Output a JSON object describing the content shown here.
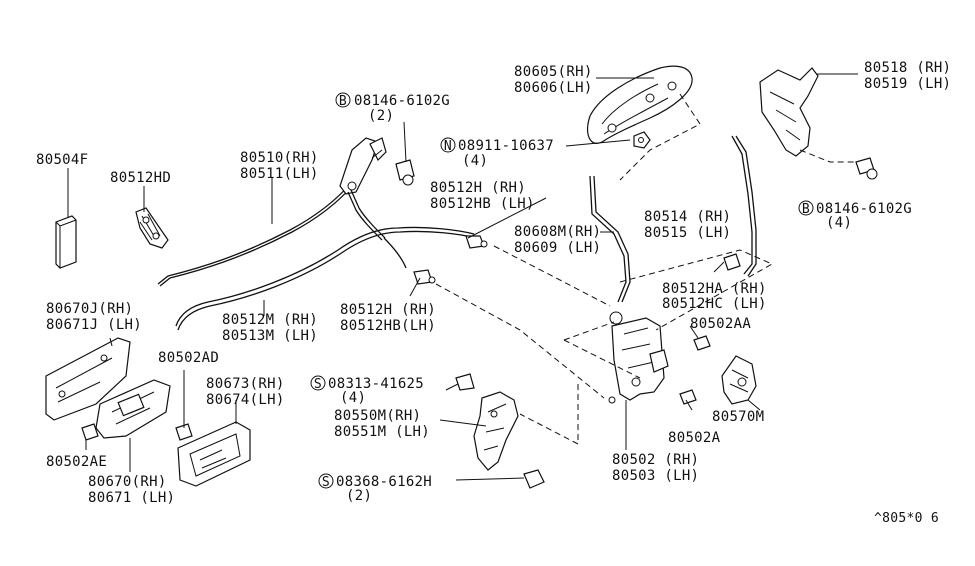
{
  "labels": {
    "p80504F": "80504F",
    "p80512HD": "80512HD",
    "p80510": "80510(RH)",
    "p80511": "80511(LH)",
    "b_08146_a": "08146-6102G",
    "b_08146_a_qty": "(2)",
    "n_08911": "08911-10637",
    "n_08911_qty": "(4)",
    "p80605": "80605(RH)",
    "p80606": "80606(LH)",
    "p80518": "80518 (RH)",
    "p80519": "80519 (LH)",
    "b_08146_b": "08146-6102G",
    "b_08146_b_qty": "(4)",
    "p80512H_a": "80512H  (RH)",
    "p80512HB_a": "80512HB (LH)",
    "p80608M": "80608M(RH)",
    "p80609": "80609  (LH)",
    "p80514": "80514 (RH)",
    "p80515": "80515 (LH)",
    "p80512HA": "80512HA (RH)",
    "p80512HC": "80512HC (LH)",
    "p80502AA": "80502AA",
    "p80670J": "80670J(RH)",
    "p80671J": "80671J (LH)",
    "p80512M": "80512M (RH)",
    "p80513M": "80513M (LH)",
    "p80512H_b": "80512H  (RH)",
    "p80512HB_b": "80512HB(LH)",
    "p80502AD": "80502AD",
    "p80673": "80673(RH)",
    "p80674": "80674(LH)",
    "s_08313": "08313-41625",
    "s_08313_qty": "(4)",
    "p80550M": "80550M(RH)",
    "p80551M": "80551M (LH)",
    "p80570M": "80570M",
    "p80502A": "80502A",
    "p80502AE": "80502AE",
    "p80670": "80670(RH)",
    "p80671": "80671 (LH)",
    "s_08368": "08368-6162H",
    "s_08368_qty": "(2)",
    "p80502": "80502 (RH)",
    "p80503": "80503 (LH)",
    "ref_code": "^805*0 6"
  },
  "symbols": {
    "bolt_b": "B",
    "nut_n": "N",
    "screw_s": "S"
  }
}
